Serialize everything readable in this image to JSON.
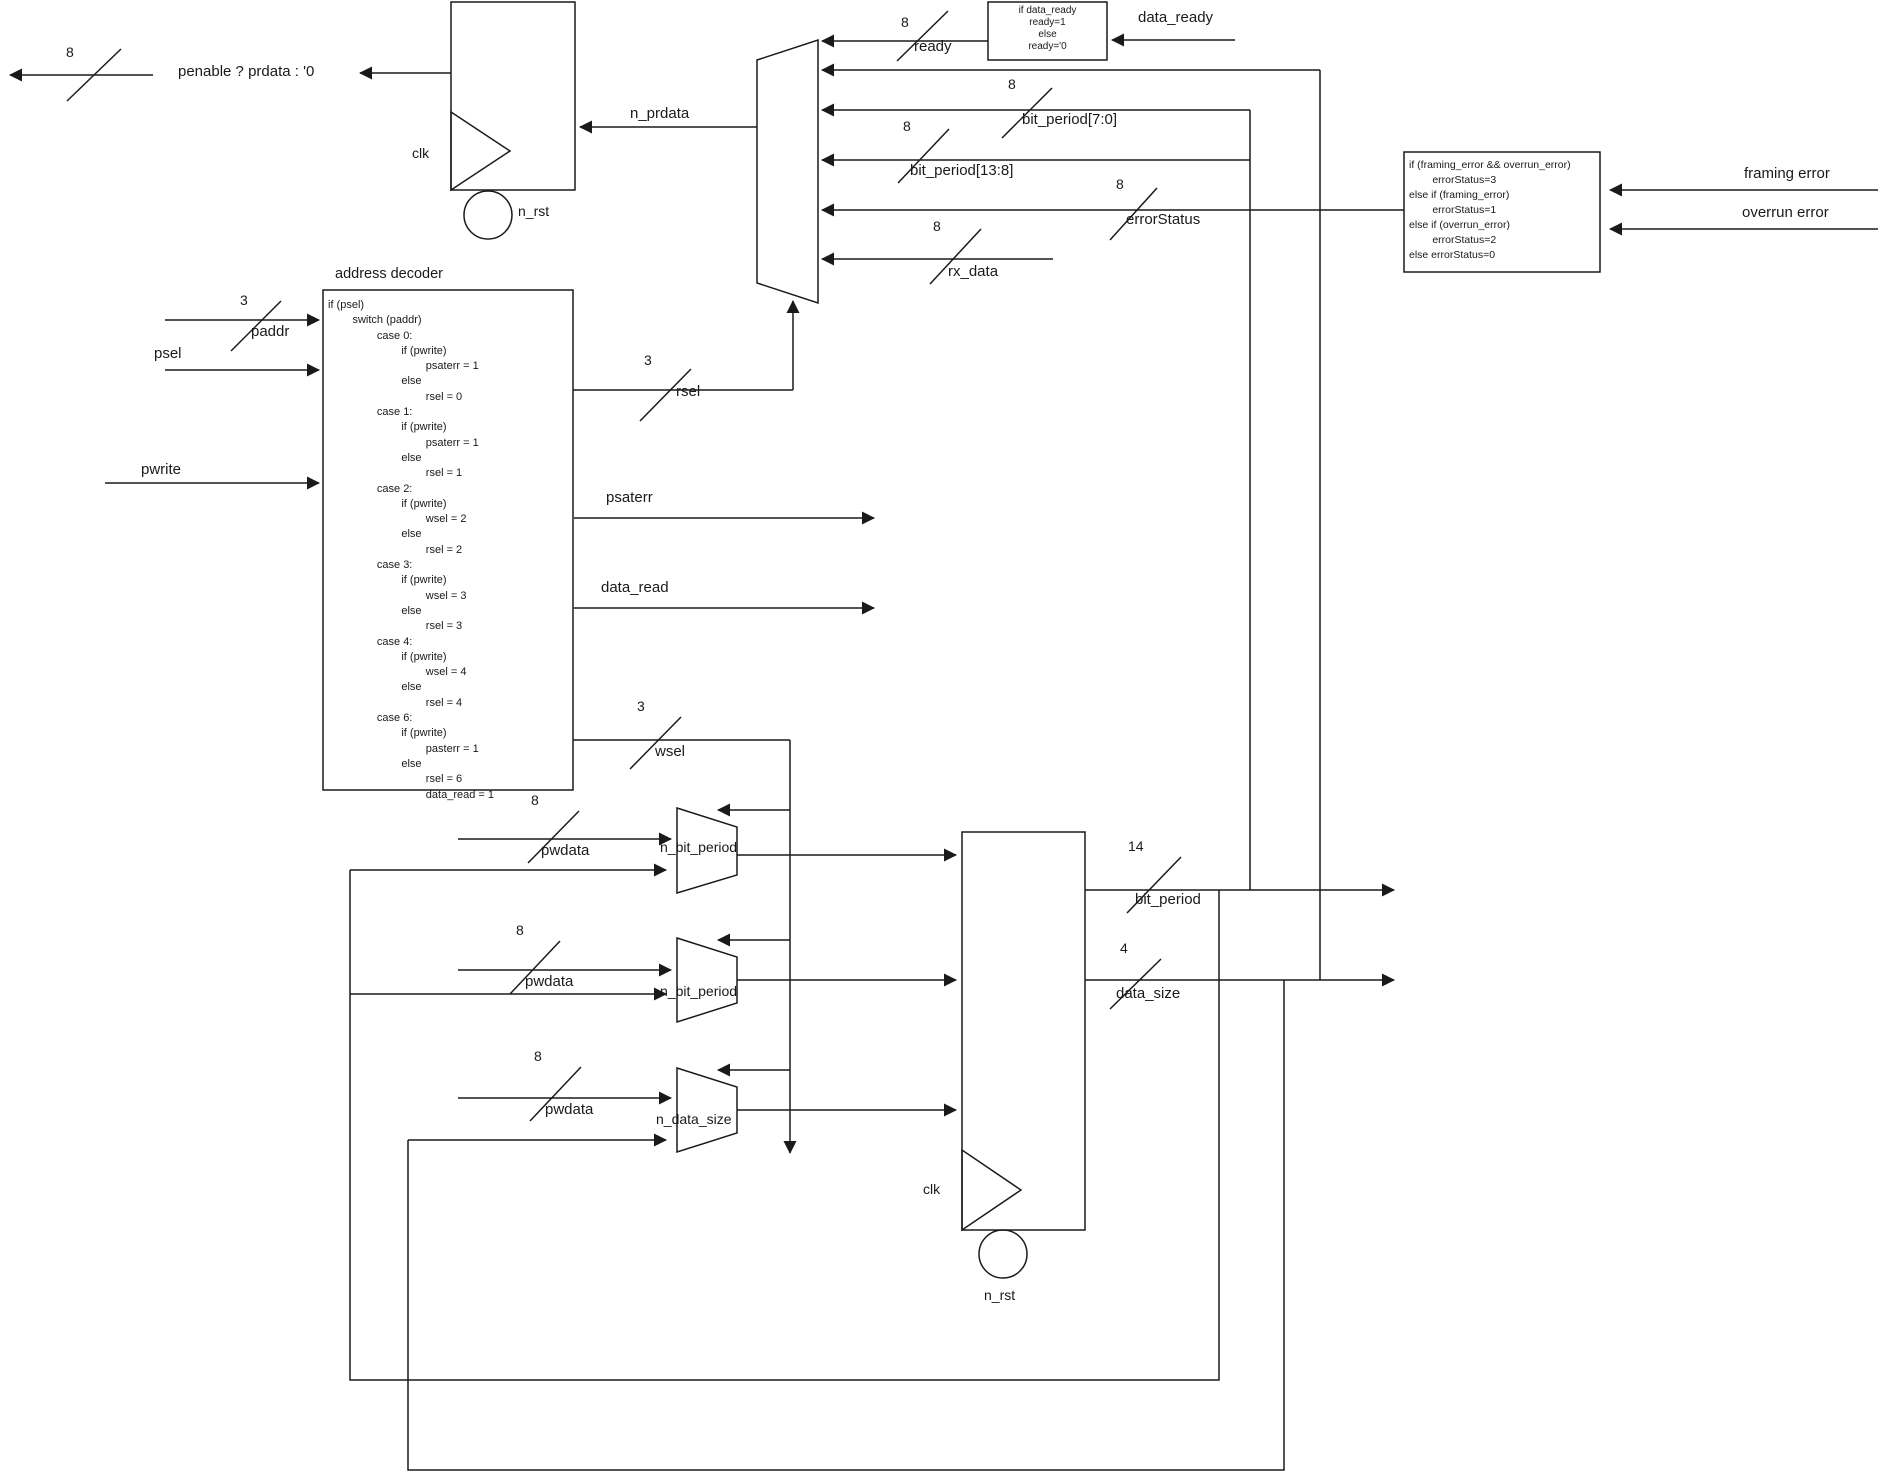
{
  "labels": {
    "prdata_out_width": "8",
    "prdata_out": "penable ? prdata : '0",
    "clk": "clk",
    "n_rst": "n_rst",
    "n_prdata": "n_prdata",
    "ready_width": "8",
    "ready": "ready",
    "bit_period_7_0_width": "8",
    "bit_period_7_0": "bit_period[7:0]",
    "bit_period_13_8_width": "8",
    "bit_period_13_8": "bit_period[13:8]",
    "error_status_width": "8",
    "error_status": "errorStatus",
    "rx_data_width": "8",
    "rx_data": "rx_data",
    "data_ready": "data_ready",
    "framing_error": "framing error",
    "overrun_error": "overrun error",
    "decoder_title": "address decoder",
    "paddr_width": "3",
    "paddr": "paddr",
    "psel": "psel",
    "pwrite": "pwrite",
    "rsel_width": "3",
    "rsel": "rsel",
    "psaterr": "psaterr",
    "data_read": "data_read",
    "wsel_width": "3",
    "wsel": "wsel",
    "pwdata_width": "8",
    "pwdata": "pwdata",
    "mux_n_bit_period": "n_bit_period",
    "mux_n_data_size": "n_data_size",
    "bit_period_width": "14",
    "bit_period": "bit_period",
    "data_size_width": "4",
    "data_size": "data_size"
  },
  "code_blocks": {
    "ready_logic": "if data_ready\nready=1\nelse\nready='0",
    "error_status_logic": "if (framing_error && overrun_error)\n        errorStatus=3\nelse if (framing_error)\n        errorStatus=1\nelse if (overrun_error)\n        errorStatus=2\nelse errorStatus=0",
    "address_decoder": "if (psel)\n        switch (paddr)\n                case 0:\n                        if (pwrite)\n                                psaterr = 1\n                        else\n                                rsel = 0\n                case 1:\n                        if (pwrite)\n                                psaterr = 1\n                        else\n                                rsel = 1\n                case 2:\n                        if (pwrite)\n                                wsel = 2\n                        else\n                                rsel = 2\n                case 3:\n                        if (pwrite)\n                                wsel = 3\n                        else\n                                rsel = 3\n                case 4:\n                        if (pwrite)\n                                wsel = 4\n                        else\n                                rsel = 4\n                case 6:\n                        if (pwrite)\n                                pasterr = 1\n                        else\n                                rsel = 6\n                                data_read = 1"
  }
}
